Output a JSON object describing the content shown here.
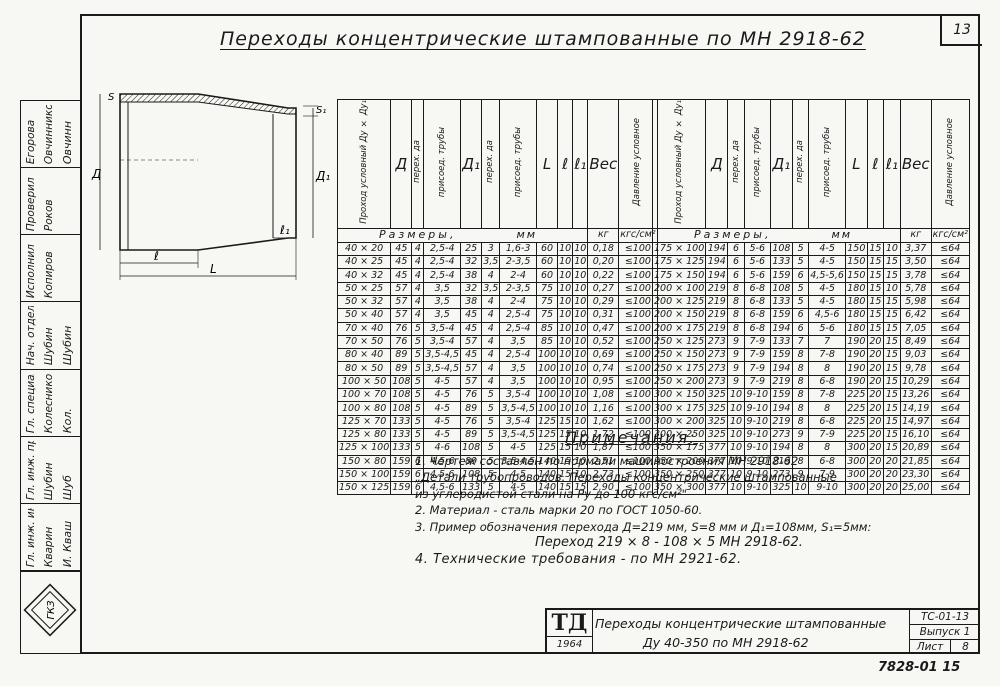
{
  "sheet_number": "13",
  "title": "Переходы концентрические штампованные по МН 2918-62",
  "left_strip": {
    "rows": [
      {
        "role": "Гл. инж. ин-та",
        "name": "Кварин",
        "sign": "И. Кваш"
      },
      {
        "role": "Гл. инж. пр.",
        "name": "Шубин",
        "sign": "Шуб"
      },
      {
        "role": "Гл. специал.",
        "name": "Колесников",
        "sign": "Кол."
      },
      {
        "role": "Нач. отдела",
        "name": "Шубин",
        "sign": "Шубин"
      },
      {
        "role": "Исполнил",
        "name": "Копиров",
        "sign": ""
      },
      {
        "role": "Проверил",
        "name": "Роков",
        "sign": ""
      },
      {
        "role": "Егорова",
        "name": "Овчинникова",
        "sign": "Овчинн"
      }
    ],
    "logo": "ГКЗ"
  },
  "drawing_labels": {
    "D": "Д",
    "D1": "Д₁",
    "S": "S",
    "S1": "S₁",
    "l": "ℓ",
    "l1": "ℓ₁",
    "L": "L"
  },
  "table_headers": {
    "cond_pass": "Проход условный Ду × Ду₁",
    "D": "Д",
    "S": "перех. да",
    "pipe_wall": "присоед. трубы",
    "D1": "Д₁",
    "S1": "перех. да",
    "pipe_wall1": "присоед. трубы",
    "L": "L",
    "l": "ℓ",
    "l1": "ℓ₁",
    "weight": "Вес",
    "cond_press": "Давление условное",
    "dims_label": "Размеры,",
    "mm": "мм",
    "kg": "кг",
    "press_unit": "кгс/см²"
  },
  "table_left": [
    [
      "40 × 20",
      "45",
      "4",
      "2,5-4",
      "25",
      "3",
      "1,6-3",
      "60",
      "10",
      "10",
      "0,18",
      "≤100"
    ],
    [
      "40 × 25",
      "45",
      "4",
      "2,5-4",
      "32",
      "3,5",
      "2-3,5",
      "60",
      "10",
      "10",
      "0,20",
      "≤100"
    ],
    [
      "40 × 32",
      "45",
      "4",
      "2,5-4",
      "38",
      "4",
      "2-4",
      "60",
      "10",
      "10",
      "0,22",
      "≤100"
    ],
    [
      "50 × 25",
      "57",
      "4",
      "3,5",
      "32",
      "3,5",
      "2-3,5",
      "75",
      "10",
      "10",
      "0,27",
      "≤100"
    ],
    [
      "50 × 32",
      "57",
      "4",
      "3,5",
      "38",
      "4",
      "2-4",
      "75",
      "10",
      "10",
      "0,29",
      "≤100"
    ],
    [
      "50 × 40",
      "57",
      "4",
      "3,5",
      "45",
      "4",
      "2,5-4",
      "75",
      "10",
      "10",
      "0,31",
      "≤100"
    ],
    [
      "70 × 40",
      "76",
      "5",
      "3,5-4",
      "45",
      "4",
      "2,5-4",
      "85",
      "10",
      "10",
      "0,47",
      "≤100"
    ],
    [
      "70 × 50",
      "76",
      "5",
      "3,5-4",
      "57",
      "4",
      "3,5",
      "85",
      "10",
      "10",
      "0,52",
      "≤100"
    ],
    [
      "80 × 40",
      "89",
      "5",
      "3,5-4,5",
      "45",
      "4",
      "2,5-4",
      "100",
      "10",
      "10",
      "0,69",
      "≤100"
    ],
    [
      "80 × 50",
      "89",
      "5",
      "3,5-4,5",
      "57",
      "4",
      "3,5",
      "100",
      "10",
      "10",
      "0,74",
      "≤100"
    ],
    [
      "100 × 50",
      "108",
      "5",
      "4-5",
      "57",
      "4",
      "3,5",
      "100",
      "10",
      "10",
      "0,95",
      "≤100"
    ],
    [
      "100 × 70",
      "108",
      "5",
      "4-5",
      "76",
      "5",
      "3,5-4",
      "100",
      "10",
      "10",
      "1,08",
      "≤100"
    ],
    [
      "100 × 80",
      "108",
      "5",
      "4-5",
      "89",
      "5",
      "3,5-4,5",
      "100",
      "10",
      "10",
      "1,16",
      "≤100"
    ],
    [
      "125 × 70",
      "133",
      "5",
      "4-5",
      "76",
      "5",
      "3,5-4",
      "125",
      "15",
      "10",
      "1,62",
      "≤100"
    ],
    [
      "125 × 80",
      "133",
      "5",
      "4-5",
      "89",
      "5",
      "3,5-4,5",
      "125",
      "15",
      "10",
      "1,72",
      "≤100"
    ],
    [
      "125 × 100",
      "133",
      "5",
      "4-6",
      "108",
      "5",
      "4-5",
      "125",
      "15",
      "10",
      "1,87",
      "≤100"
    ],
    [
      "150 × 80",
      "159",
      "6",
      "4,5-6",
      "89",
      "5",
      "3,5-4,5",
      "140",
      "15",
      "10",
      "2,51",
      "≤100"
    ],
    [
      "150 × 100",
      "159",
      "6",
      "4,5-6",
      "108",
      "5",
      "4-5",
      "140",
      "15",
      "10",
      "2,73",
      "≤100"
    ],
    [
      "150 × 125",
      "159",
      "6",
      "4,5-6",
      "133",
      "5",
      "4-5",
      "140",
      "15",
      "15",
      "2,90",
      "≤100"
    ]
  ],
  "table_right": [
    [
      "175 × 100",
      "194",
      "6",
      "5-6",
      "108",
      "5",
      "4-5",
      "150",
      "15",
      "10",
      "3,37",
      "≤64"
    ],
    [
      "175 × 125",
      "194",
      "6",
      "5-6",
      "133",
      "5",
      "4-5",
      "150",
      "15",
      "15",
      "3,50",
      "≤64"
    ],
    [
      "175 × 150",
      "194",
      "6",
      "5-6",
      "159",
      "6",
      "4,5-5,6",
      "150",
      "15",
      "15",
      "3,78",
      "≤64"
    ],
    [
      "200 × 100",
      "219",
      "8",
      "6-8",
      "108",
      "5",
      "4-5",
      "180",
      "15",
      "10",
      "5,78",
      "≤64"
    ],
    [
      "200 × 125",
      "219",
      "8",
      "6-8",
      "133",
      "5",
      "4-5",
      "180",
      "15",
      "15",
      "5,98",
      "≤64"
    ],
    [
      "200 × 150",
      "219",
      "8",
      "6-8",
      "159",
      "6",
      "4,5-6",
      "180",
      "15",
      "15",
      "6,42",
      "≤64"
    ],
    [
      "200 × 175",
      "219",
      "8",
      "6-8",
      "194",
      "6",
      "5-6",
      "180",
      "15",
      "15",
      "7,05",
      "≤64"
    ],
    [
      "250 × 125",
      "273",
      "9",
      "7-9",
      "133",
      "7",
      "7",
      "190",
      "20",
      "15",
      "8,49",
      "≤64"
    ],
    [
      "250 × 150",
      "273",
      "9",
      "7-9",
      "159",
      "8",
      "7-8",
      "190",
      "20",
      "15",
      "9,03",
      "≤64"
    ],
    [
      "250 × 175",
      "273",
      "9",
      "7-9",
      "194",
      "8",
      "8",
      "190",
      "20",
      "15",
      "9,78",
      "≤64"
    ],
    [
      "250 × 200",
      "273",
      "9",
      "7-9",
      "219",
      "8",
      "6-8",
      "190",
      "20",
      "15",
      "10,29",
      "≤64"
    ],
    [
      "300 × 150",
      "325",
      "10",
      "9-10",
      "159",
      "8",
      "7-8",
      "225",
      "20",
      "15",
      "13,26",
      "≤64"
    ],
    [
      "300 × 175",
      "325",
      "10",
      "9-10",
      "194",
      "8",
      "8",
      "225",
      "20",
      "15",
      "14,19",
      "≤64"
    ],
    [
      "300 × 200",
      "325",
      "10",
      "9-10",
      "219",
      "8",
      "6-8",
      "225",
      "20",
      "15",
      "14,97",
      "≤64"
    ],
    [
      "300 × 250",
      "325",
      "10",
      "9-10",
      "273",
      "9",
      "7-9",
      "225",
      "20",
      "15",
      "16,10",
      "≤64"
    ],
    [
      "350 × 175",
      "377",
      "10",
      "9-10",
      "194",
      "8",
      "8",
      "300",
      "20",
      "15",
      "20,89",
      "≤64"
    ],
    [
      "350 × 200",
      "377",
      "10",
      "9-10",
      "219",
      "8",
      "6-8",
      "300",
      "20",
      "20",
      "21,85",
      "≤64"
    ],
    [
      "350 × 250",
      "377",
      "10",
      "9-10",
      "273",
      "9",
      "7-9",
      "300",
      "20",
      "20",
      "23,30",
      "≤64"
    ],
    [
      "350 × 300",
      "377",
      "10",
      "9-10",
      "325",
      "10",
      "9-10",
      "300",
      "20",
      "20",
      "25,00",
      "≤64"
    ]
  ],
  "notes": {
    "title": "Примечания:",
    "lines": [
      "1. Чертеж составлен по нормали машиностроения МН 2918-62",
      "„Детали трубопроводов. Переходы концентрические штампованные",
      "из углеродистой стали на Ру до 100 кгс/см²\"",
      "2. Материал - сталь марки 20 по ГОСТ 1050-60.",
      "3. Пример обозначения перехода Д=219 мм, S=8 мм и Д₁=108мм, S₁=5мм:",
      "Переход 219 × 8 - 108 × 5 МН 2918-62.",
      "4. Технические требования - по МН 2921-62."
    ]
  },
  "stamp": {
    "org": "ТД",
    "year": "1964",
    "title_line1": "Переходы концентрические штампованные",
    "title_line2": "Ду 40-350 по МН 2918-62",
    "code": "ТС-01-13",
    "issue": "Выпуск 1",
    "sheet_label": "Лист",
    "sheet_value": "8"
  },
  "footer_code": "7828-01 15"
}
